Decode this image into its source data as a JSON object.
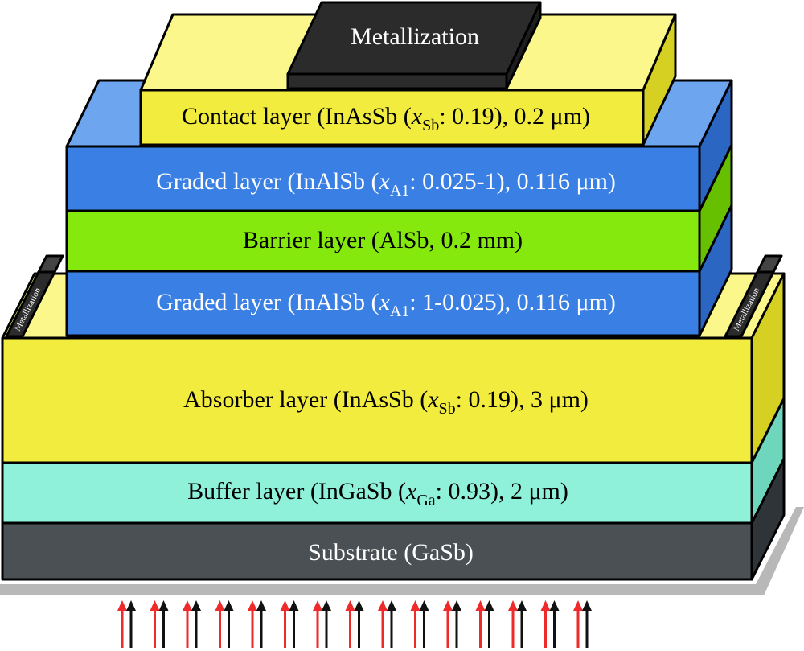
{
  "colors": {
    "yellow": "#f2ec3e",
    "yellow_top": "#fcf78a",
    "yellow_side": "#d5d022",
    "blue": "#3a7fe3",
    "blue_top": "#6ea5ef",
    "blue_side": "#2a66c2",
    "green": "#86e90e",
    "green_side": "#66c000",
    "cyan": "#8ff1da",
    "cyan_side": "#6fd6be",
    "substrate": "#4a5054",
    "substrate_side": "#2f3438",
    "metal": "#2b2b2b",
    "metal_top": "#444444",
    "shadow": "#b8b8b8",
    "arrow_red": "#ee2a2a",
    "arrow_black": "#111111"
  },
  "layers": {
    "contact": {
      "main": "Contact layer (InAsSb (",
      "var": "x",
      "sub": "Sb",
      "rest": ": 0.19),  0.2 μm)"
    },
    "graded_top": {
      "main": "Graded layer (InAlSb (",
      "var": "x",
      "sub": "A1",
      "rest": ": 0.025-1),  0.116 μm)"
    },
    "barrier": {
      "main": "Barrier layer (AlSb, 0.2 mm)"
    },
    "graded_bottom": {
      "main": "Graded layer (InAlSb (",
      "var": "x",
      "sub": "A1",
      "rest": ": 1-0.025),  0.116 μm)"
    },
    "absorber": {
      "main": "Absorber layer (InAsSb (",
      "var": "x",
      "sub": "Sb",
      "rest": ": 0.19),  3 μm)"
    },
    "buffer": {
      "main": "Buffer layer (InGaSb (",
      "var": "x",
      "sub": "Ga",
      "rest": ": 0.93),  2 μm)"
    },
    "substrate": {
      "main": "Substrate (GaSb)"
    }
  },
  "metallization": {
    "top": "Metallization",
    "left": "Metallization",
    "right": "Metallization"
  },
  "illumination": {
    "arrow_pairs": 15
  }
}
